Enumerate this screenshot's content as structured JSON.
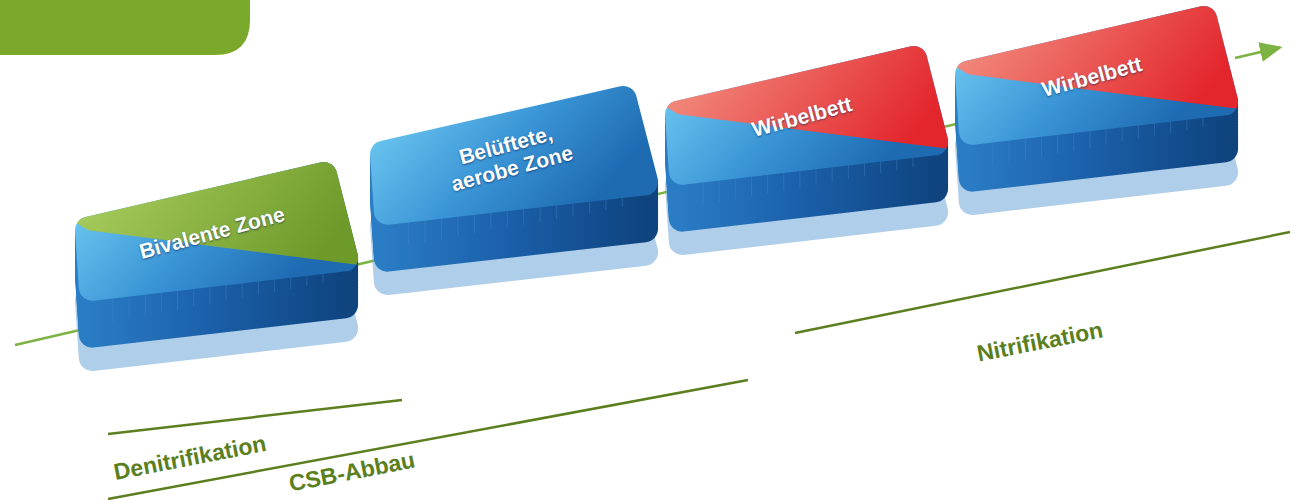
{
  "diagram": {
    "nodes": [
      {
        "text": [
          "Bivalente Zone"
        ]
      },
      {
        "text": [
          "Belüftete, aerobe Zone"
        ]
      },
      {
        "text": [
          "Wirbelbett"
        ]
      },
      {
        "text": [
          "Wirbelbett"
        ]
      }
    ],
    "edges": [
      {
        "from": 0,
        "to": 1,
        "arrow": "none"
      },
      {
        "from": 1,
        "to": 2,
        "arrow": "none"
      },
      {
        "from": 2,
        "to": 3,
        "arrow": "none"
      }
    ],
    "labels": [
      "Denitrifikation",
      "CSB-Abbau",
      "Nitrifikation"
    ]
  }
}
